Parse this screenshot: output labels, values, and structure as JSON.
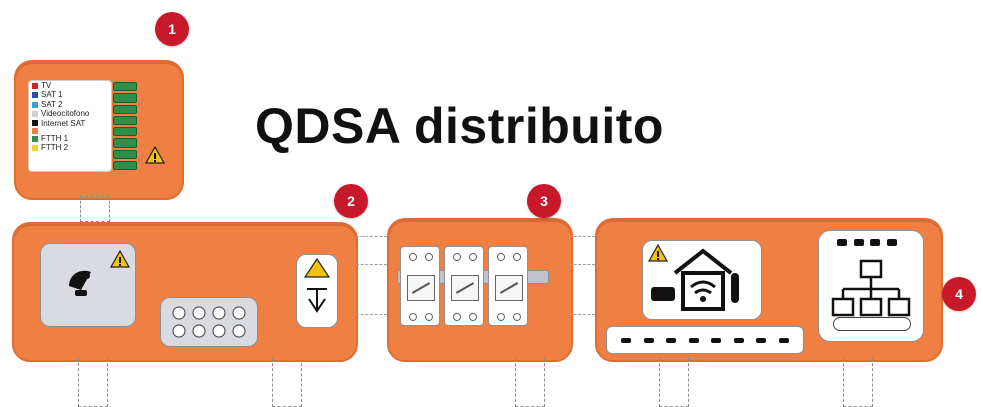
{
  "title": "QDSA distribuito",
  "badges": [
    "1",
    "2",
    "3",
    "4"
  ],
  "legend": [
    {
      "label": "TV",
      "color": "#e02020"
    },
    {
      "label": "SAT 1",
      "color": "#1f4fb2"
    },
    {
      "label": "SAT 2",
      "color": "#36a3d9"
    },
    {
      "label": "Videocitofono",
      "color": "#d0d0d0"
    },
    {
      "label": "Internet SAT",
      "color": "#111111"
    },
    {
      "label": "",
      "color": "#f07f43"
    },
    {
      "label": "FTTH 1",
      "color": "#2d8f48"
    },
    {
      "label": "FTTH 2",
      "color": "#f0d42a"
    }
  ],
  "colors": {
    "panel": "#f07f43",
    "badge": "#c8192b",
    "warning": "#f2c20a",
    "gray_panel": "#d9dbe0"
  },
  "icons": [
    "satellite-dish-icon",
    "warning-icon",
    "house-wifi-icon",
    "phone-icon",
    "camera-icon",
    "network-hierarchy-icon",
    "switch-icon",
    "din-module-icon"
  ]
}
